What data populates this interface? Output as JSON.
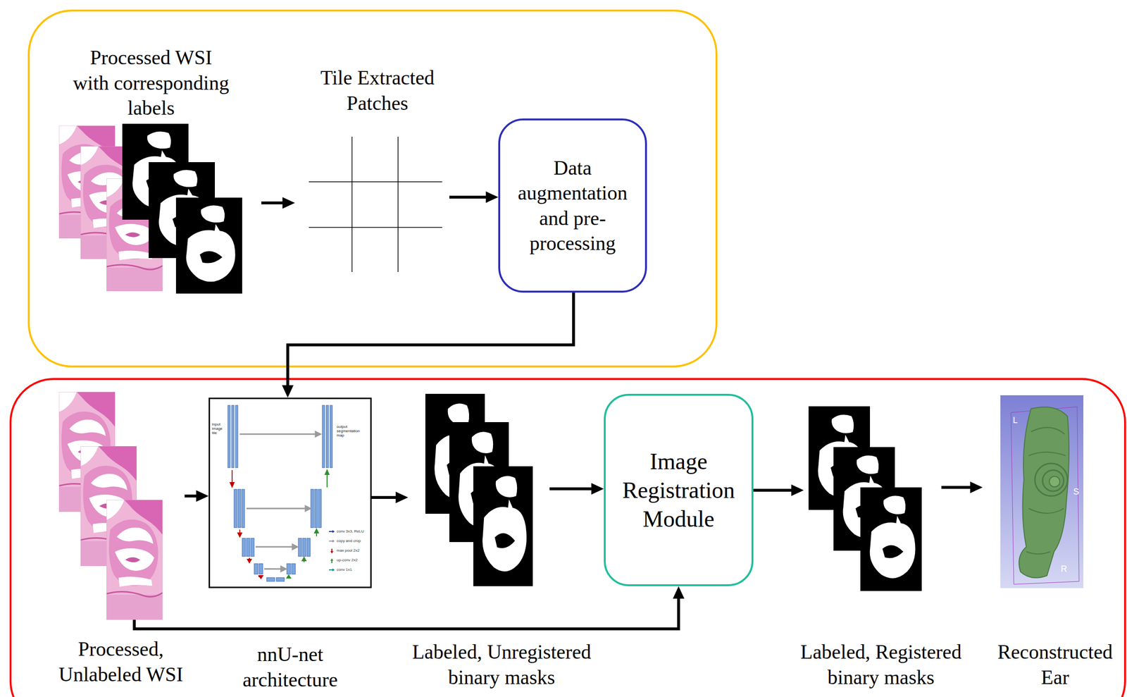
{
  "diagram": {
    "nodes": [
      {
        "text": [
          "Processed WSI with corresponding labels"
        ]
      },
      {
        "text": [
          "Tile Extracted Patches"
        ]
      },
      {
        "text": [
          "Data augmentation and pre-processing"
        ]
      },
      {
        "text": [
          "Processed, Unlabeled WSI"
        ]
      },
      {
        "text": [
          "nnU-net architecture"
        ]
      },
      {
        "text": [
          "Labeled, Unregistered binary masks"
        ]
      },
      {
        "text": [
          "Image Registration Module"
        ]
      },
      {
        "text": [
          "Labeled, Registered binary masks"
        ]
      },
      {
        "text": [
          "Reconstructed Ear"
        ]
      }
    ],
    "edges": [
      {
        "from": 0,
        "to": 1,
        "arrow": "to"
      },
      {
        "from": 1,
        "to": 2,
        "arrow": "to"
      },
      {
        "from": 2,
        "to": 4,
        "arrow": "to"
      },
      {
        "from": 3,
        "to": 4,
        "arrow": "to"
      },
      {
        "from": 4,
        "to": 5,
        "arrow": "to"
      },
      {
        "from": 5,
        "to": 6,
        "arrow": "to"
      },
      {
        "from": 3,
        "to": 6,
        "arrow": "to"
      },
      {
        "from": 6,
        "to": 7,
        "arrow": "to"
      },
      {
        "from": 7,
        "to": 8,
        "arrow": "to"
      }
    ],
    "labels": [
      "input image tile",
      "output segmentation map",
      "conv 3x3, ReLU",
      "copy and crop",
      "max pool 2x2",
      "up-conv 2x2",
      "conv 1x1",
      "L",
      "S",
      "R"
    ]
  }
}
